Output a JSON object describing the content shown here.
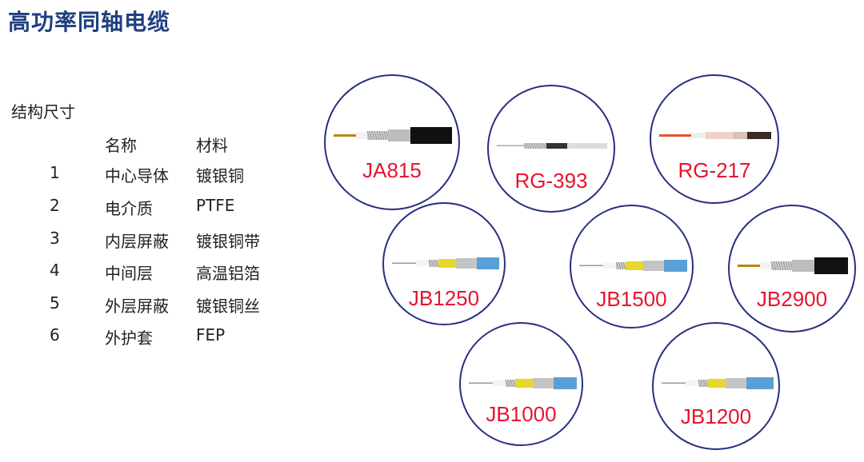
{
  "title": "高功率同轴电缆",
  "section_title": "结构尺寸",
  "table": {
    "header_name": "名称",
    "header_material": "材料",
    "rows": [
      {
        "num": "1",
        "name": "中心导体",
        "material": "镀银铜"
      },
      {
        "num": "2",
        "name": "电介质",
        "material": "PTFE"
      },
      {
        "num": "3",
        "name": "内层屏蔽",
        "material": "镀银铜带"
      },
      {
        "num": "4",
        "name": "中间层",
        "material": "高温铝箔"
      },
      {
        "num": "5",
        "name": "外层屏蔽",
        "material": "镀银铜丝"
      },
      {
        "num": "6",
        "name": "外护套",
        "material": "FEP"
      }
    ]
  },
  "cables": [
    {
      "label": "JA815",
      "style": "black-jacket"
    },
    {
      "label": "RG-393",
      "style": "thin-silver"
    },
    {
      "label": "RG-217",
      "style": "red-orange"
    },
    {
      "label": "JB1250",
      "style": "yellow-blue"
    },
    {
      "label": "JB1500",
      "style": "yellow-blue"
    },
    {
      "label": "JB2900",
      "style": "black-jacket"
    },
    {
      "label": "JB1000",
      "style": "yellow-blue"
    },
    {
      "label": "JB1200",
      "style": "yellow-blue"
    }
  ],
  "colors": {
    "title": "#1f3f7f",
    "circle_border": "#283080",
    "label": "#e5152d",
    "jacket_blue": "#5a9fd6",
    "jacket_black": "#111111",
    "tape_yellow": "#e6d92a"
  }
}
